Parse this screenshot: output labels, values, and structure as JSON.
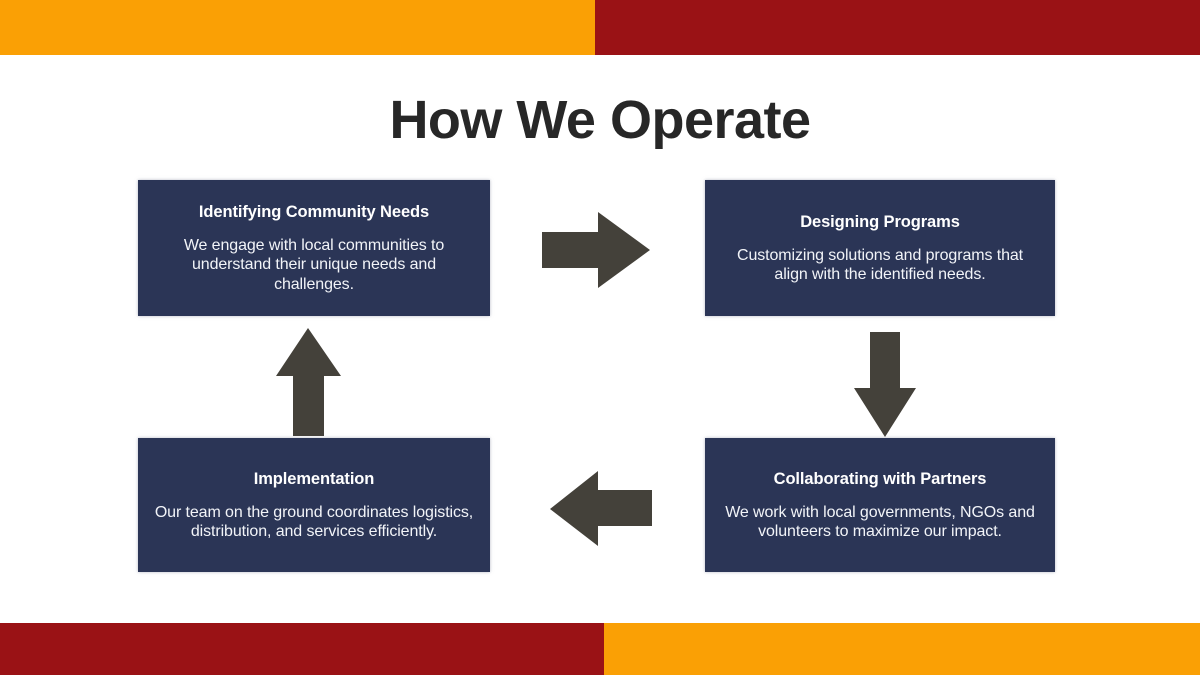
{
  "slide": {
    "title": "How We Operate",
    "background_color": "#FFFFFF"
  },
  "decor": {
    "top_bar": {
      "left_color": "#FAA005",
      "right_color": "#9A1215"
    },
    "bottom_bar": {
      "left_color": "#9A1215",
      "right_color": "#FAA005"
    }
  },
  "theme": {
    "box_fill": "#2B3556",
    "box_text": "#FFFFFF",
    "arrow_color": "#44413A",
    "title_color": "#272727"
  },
  "diagram": {
    "type": "cycle-flow",
    "steps": [
      {
        "id": "identifying-community-needs",
        "title": "Identifying Community Needs",
        "description": "We engage with local communities to understand their unique needs and challenges."
      },
      {
        "id": "designing-programs",
        "title": "Designing Programs",
        "description": "Customizing solutions and programs that align with the identified needs."
      },
      {
        "id": "collaborating-with-partners",
        "title": "Collaborating with Partners",
        "description": "We work with local governments, NGOs and volunteers to maximize our impact."
      },
      {
        "id": "implementation",
        "title": "Implementation",
        "description": "Our team on the ground coordinates logistics, distribution, and services efficiently."
      }
    ],
    "connectors": [
      {
        "id": "arrow-right",
        "direction": "right",
        "from": "identifying-community-needs",
        "to": "designing-programs"
      },
      {
        "id": "arrow-down",
        "direction": "down",
        "from": "designing-programs",
        "to": "collaborating-with-partners"
      },
      {
        "id": "arrow-left",
        "direction": "left",
        "from": "collaborating-with-partners",
        "to": "implementation"
      },
      {
        "id": "arrow-up",
        "direction": "up",
        "from": "implementation",
        "to": "identifying-community-needs"
      }
    ]
  }
}
